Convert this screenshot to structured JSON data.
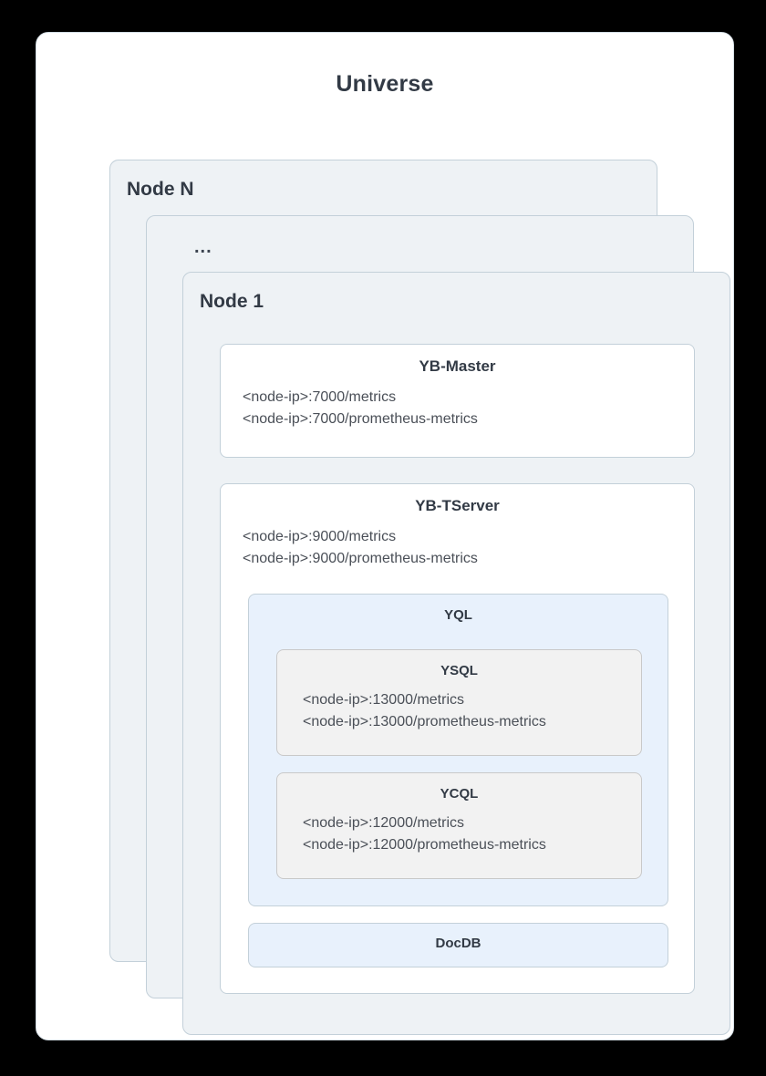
{
  "diagram": {
    "title": "Universe",
    "nodes": [
      {
        "label": "Node N"
      },
      {
        "label": "..."
      },
      {
        "label": "Node 1"
      }
    ],
    "components": {
      "master": {
        "title": "YB-Master",
        "endpoints": [
          "<node-ip>:7000/metrics",
          "<node-ip>:7000/prometheus-metrics"
        ]
      },
      "tserver": {
        "title": "YB-TServer",
        "endpoints": [
          "<node-ip>:9000/metrics",
          "<node-ip>:9000/prometheus-metrics"
        ]
      },
      "yql": {
        "title": "YQL"
      },
      "ysql": {
        "title": "YSQL",
        "endpoints": [
          "<node-ip>:13000/metrics",
          "<node-ip>:13000/prometheus-metrics"
        ]
      },
      "ycql": {
        "title": "YCQL",
        "endpoints": [
          "<node-ip>:12000/metrics",
          "<node-ip>:12000/prometheus-metrics"
        ]
      },
      "docdb": {
        "title": "DocDB"
      }
    }
  },
  "colors": {
    "page_background": "#000000",
    "frame_background": "#ffffff",
    "node_card_background": "#eef2f5",
    "node_card_border": "#c3d0d9",
    "component_white": "#ffffff",
    "component_blue": "#e8f1fc",
    "component_gray": "#f2f2f2",
    "title_text": "#323a45",
    "endpoint_text": "#4a4f57"
  }
}
